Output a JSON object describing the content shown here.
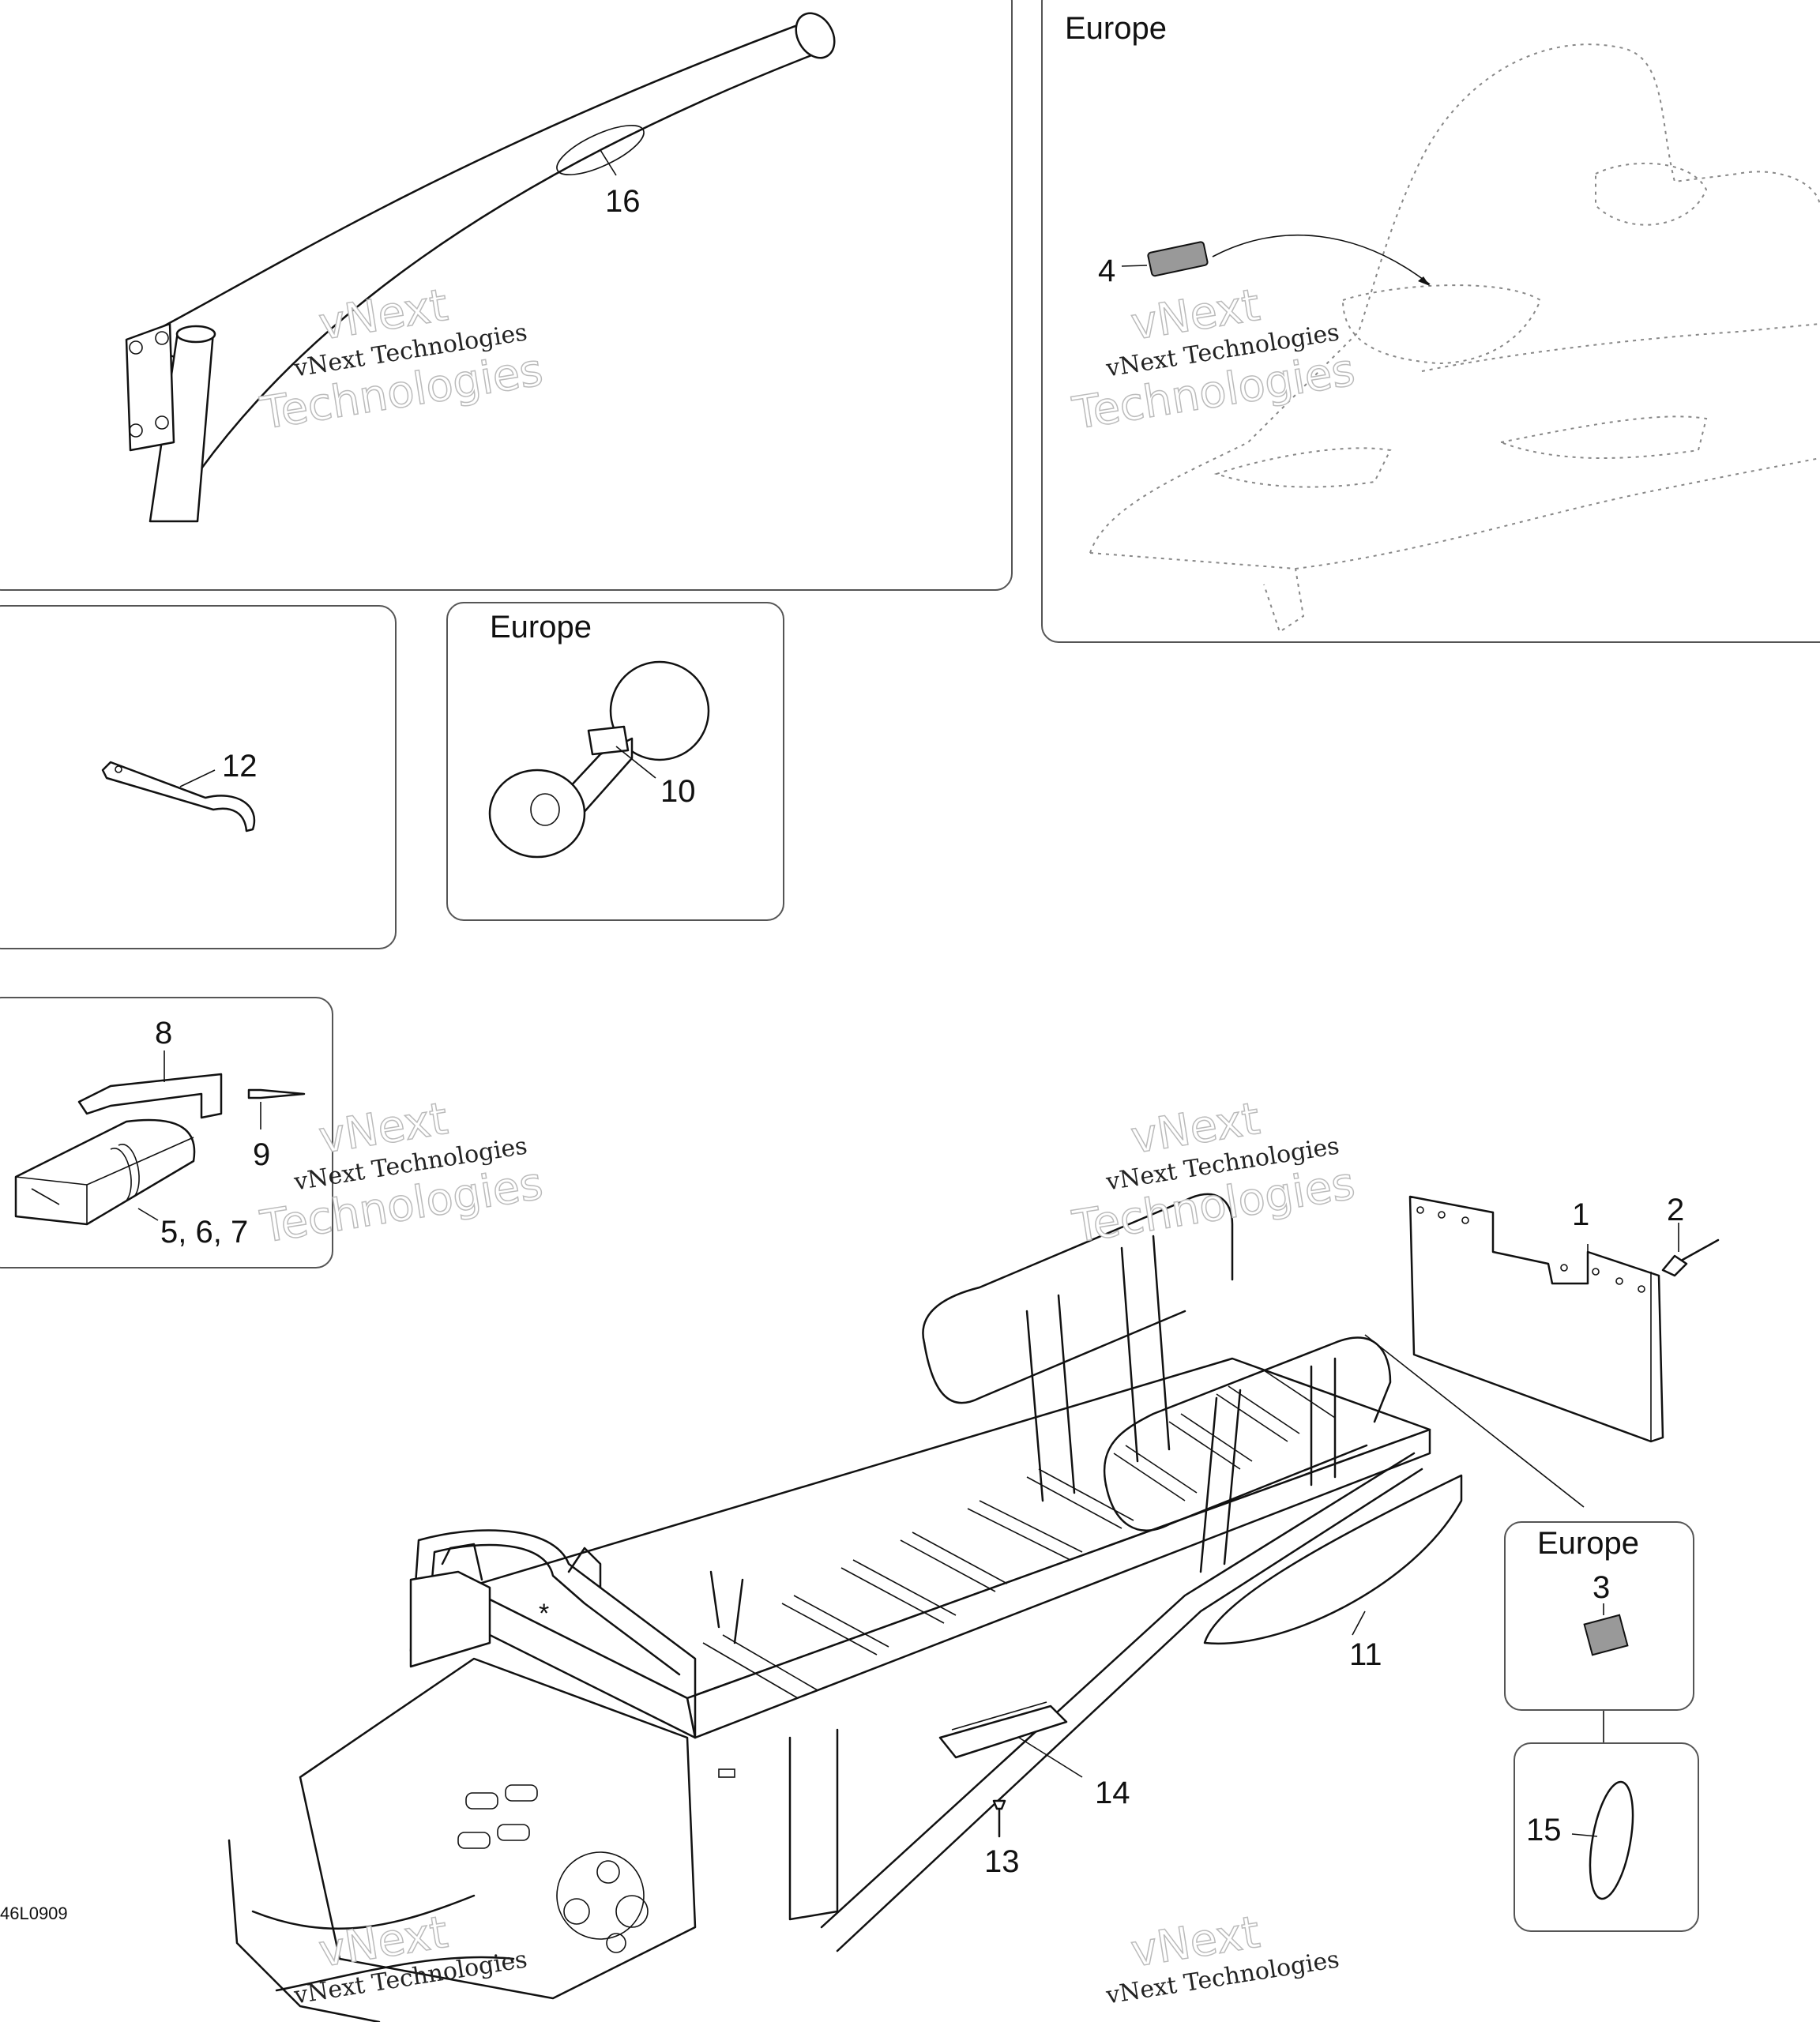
{
  "panels": {
    "seat_grip": {
      "callout": "16"
    },
    "snowmobile": {
      "region": "Europe",
      "callout": "4"
    },
    "wrench": {
      "callout": "12"
    },
    "horn": {
      "region": "Europe",
      "callout": "10"
    },
    "toolkit": {
      "callouts": [
        "8",
        "9",
        "5, 6, 7"
      ]
    },
    "reflector": {
      "region": "Europe",
      "callout": "3"
    },
    "decal": {
      "callout": "15"
    }
  },
  "main_callouts": [
    "1",
    "2",
    "11",
    "14",
    "13"
  ],
  "asterisk": "*",
  "drawing_code": "46L0909",
  "watermark": {
    "line1": "vNext Technologies",
    "line2a": "vNext",
    "line2b": "Technologies"
  },
  "colors": {
    "line": "#111111",
    "panel_border": "#555555",
    "watermark_outline": "#bbbbbb"
  }
}
